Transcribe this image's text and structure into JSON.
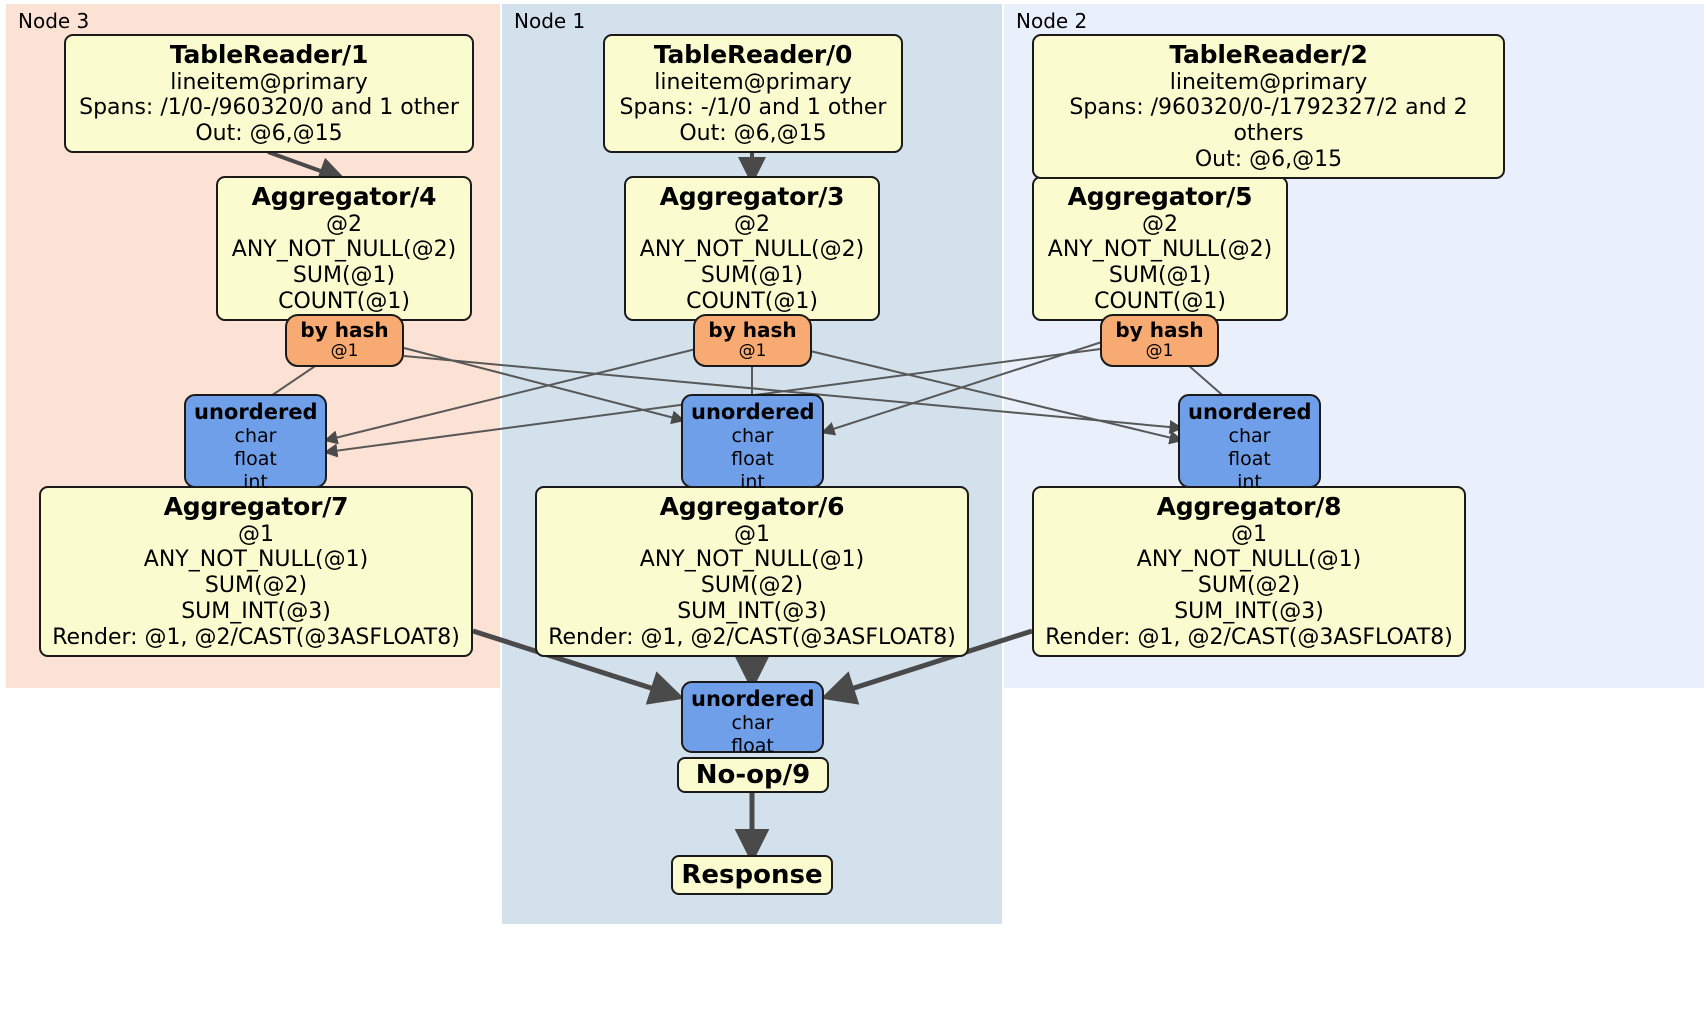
{
  "diagram": {
    "kind": "distributed-query-plan",
    "colors": {
      "node3_bg": "#fce2d4",
      "node1_bg": "#d3e1ec",
      "node2_bg": "#eaf0fb",
      "processor_fill": "#fbfbd0",
      "router_fill": "#f7ab72",
      "synchronizer_fill": "#6f9fe8",
      "stroke": "#1a1a1a",
      "edge_thin": "#4a4a4a",
      "edge_thick": "#4a4a4a"
    }
  },
  "nodes": [
    {
      "id": "node3",
      "label": "Node 3"
    },
    {
      "id": "node1",
      "label": "Node 1"
    },
    {
      "id": "node2",
      "label": "Node 2"
    }
  ],
  "readers": {
    "tr1": {
      "title": "TableReader/1",
      "table": "lineitem@primary",
      "spans": "Spans: /1/0-/960320/0 and 1 other",
      "out": "Out: @6,@15"
    },
    "tr0": {
      "title": "TableReader/0",
      "table": "lineitem@primary",
      "spans": "Spans: -/1/0 and 1 other",
      "out": "Out: @6,@15"
    },
    "tr2": {
      "title": "TableReader/2",
      "table": "lineitem@primary",
      "spans": "Spans: /960320/0-/1792327/2 and 2 others",
      "out": "Out: @6,@15"
    }
  },
  "aggregators_top": {
    "agg4": {
      "title": "Aggregator/4",
      "group": "@2",
      "f1": "ANY_NOT_NULL(@2)",
      "f2": "SUM(@1)",
      "f3": "COUNT(@1)"
    },
    "agg3": {
      "title": "Aggregator/3",
      "group": "@2",
      "f1": "ANY_NOT_NULL(@2)",
      "f2": "SUM(@1)",
      "f3": "COUNT(@1)"
    },
    "agg5": {
      "title": "Aggregator/5",
      "group": "@2",
      "f1": "ANY_NOT_NULL(@2)",
      "f2": "SUM(@1)",
      "f3": "COUNT(@1)"
    }
  },
  "routers": {
    "r4": {
      "title": "by hash",
      "cols": "@1"
    },
    "r3": {
      "title": "by hash",
      "cols": "@1"
    },
    "r5": {
      "title": "by hash",
      "cols": "@1"
    }
  },
  "synchronizers_mid": {
    "s7": {
      "title": "unordered",
      "t1": "char",
      "t2": "float",
      "t3": "int"
    },
    "s6": {
      "title": "unordered",
      "t1": "char",
      "t2": "float",
      "t3": "int"
    },
    "s8": {
      "title": "unordered",
      "t1": "char",
      "t2": "float",
      "t3": "int"
    }
  },
  "aggregators_bottom": {
    "agg7": {
      "title": "Aggregator/7",
      "group": "@1",
      "f1": "ANY_NOT_NULL(@1)",
      "f2": "SUM(@2)",
      "f3": "SUM_INT(@3)",
      "render": "Render: @1, @2/CAST(@3ASFLOAT8)"
    },
    "agg6": {
      "title": "Aggregator/6",
      "group": "@1",
      "f1": "ANY_NOT_NULL(@1)",
      "f2": "SUM(@2)",
      "f3": "SUM_INT(@3)",
      "render": "Render: @1, @2/CAST(@3ASFLOAT8)"
    },
    "agg8": {
      "title": "Aggregator/8",
      "group": "@1",
      "f1": "ANY_NOT_NULL(@1)",
      "f2": "SUM(@2)",
      "f3": "SUM_INT(@3)",
      "render": "Render: @1, @2/CAST(@3ASFLOAT8)"
    }
  },
  "final": {
    "sync_final": {
      "title": "unordered",
      "t1": "char",
      "t2": "float"
    },
    "noop": {
      "title": "No-op/9"
    },
    "response": {
      "title": "Response"
    }
  }
}
